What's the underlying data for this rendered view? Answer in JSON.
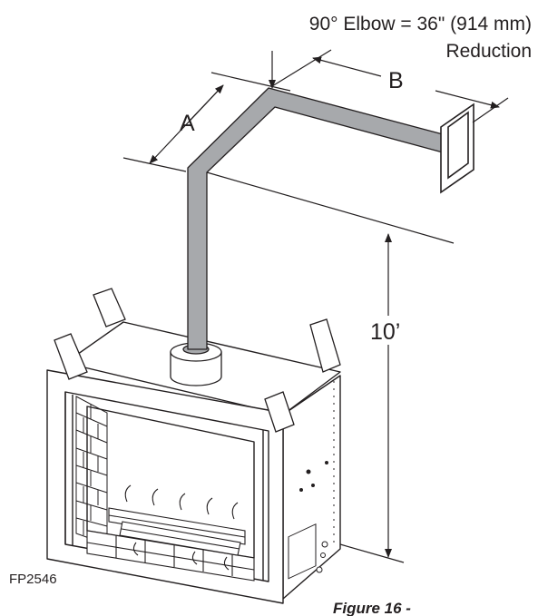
{
  "labels": {
    "elbow_line1": "90° Elbow = 36\" (914 mm)",
    "elbow_line2": "Reduction",
    "dim_a": "A",
    "dim_b": "B",
    "dim_height": "10’",
    "figure_code": "FP2546",
    "figure_caption": "Figure 16 -"
  },
  "colors": {
    "vent_pipe": "#a7a9ac",
    "line": "#231f20",
    "background": "#ffffff"
  }
}
